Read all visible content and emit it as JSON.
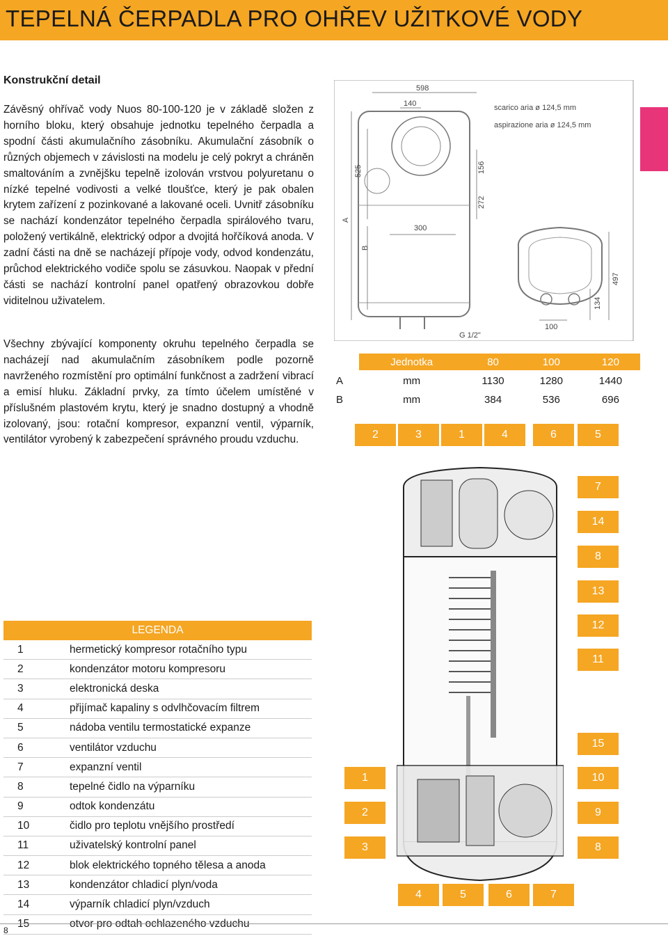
{
  "header": {
    "title": "TEPELNÁ ČERPADLA PRO OHŘEV UŽITKOVÉ VODY"
  },
  "section": {
    "title": "Konstrukční detail"
  },
  "paragraphs": [
    "Závěsný ohřívač vody Nuos 80-100-120 je v základě složen z horního bloku, který obsahuje jednotku tepelného čerpadla a spodní části akumulačního zásobníku. Akumulační zásobník o různých objemech v závislosti na modelu je celý pokryt a chráněn smaltováním a zvnějšku tepelně izolován vrstvou polyuretanu o nízké tepelné vodivosti a velké tloušťce, který je pak obalen krytem zařízení z pozinkované a lakované oceli. Uvnitř zásobníku se nachází kondenzátor tepelného čerpadla spirálového tvaru, položený vertikálně, elektrický odpor a dvojitá hořčíková anoda. V zadní části na dně se nacházejí přípoje vody, odvod kondenzátu, průchod elektrického vodiče spolu se zásuvkou. Naopak v přední části se nachází kontrolní panel opatřený obrazovkou dobře viditelnou uživatelem.",
    "Všechny zbývající komponenty okruhu tepelného čerpadla se nacházejí nad akumulačním zásobníkem podle pozorně navrženého rozmístění pro optimální funkčnost a zadržení vibrací a emisí hluku. Základní prvky, za tímto účelem umístěné v příslušném plastovém krytu, který je snadno dostupný a vhodně izolovaný, jsou: rotační kompresor, expanzní ventil, výparník, ventilátor vyrobený k zabezpečení správného proudu vzduchu."
  ],
  "drawing": {
    "dims": [
      "598",
      "140",
      "525",
      "156",
      "272",
      "300",
      "A",
      "B",
      "497",
      "134",
      "100",
      "G 1/2\""
    ],
    "air_out": "scarico aria ø 124,5 mm",
    "air_in": "aspirazione aria ø 124,5 mm"
  },
  "dim_table": {
    "header": [
      "Jednotka",
      "80",
      "100",
      "120"
    ],
    "rows": [
      {
        "label": "A",
        "cells": [
          "mm",
          "1130",
          "1280",
          "1440"
        ]
      },
      {
        "label": "B",
        "cells": [
          "mm",
          "384",
          "536",
          "696"
        ]
      }
    ]
  },
  "callouts": {
    "top_row": [
      "2",
      "3",
      "1",
      "4",
      "6",
      "5"
    ],
    "right_column": [
      "7",
      "14",
      "8",
      "13",
      "12",
      "11",
      "15",
      "10",
      "9",
      "8"
    ],
    "left_column": [
      "1",
      "2",
      "3"
    ],
    "bottom_row": [
      "4",
      "5",
      "6",
      "7"
    ]
  },
  "legend": {
    "title": "LEGENDA",
    "items": [
      {
        "num": "1",
        "text": "hermetický kompresor rotačního typu"
      },
      {
        "num": "2",
        "text": "kondenzátor motoru kompresoru"
      },
      {
        "num": "3",
        "text": "elektronická deska"
      },
      {
        "num": "4",
        "text": "přijímač kapaliny s odvlhčovacím filtrem"
      },
      {
        "num": "5",
        "text": "nádoba ventilu termostatické expanze"
      },
      {
        "num": "6",
        "text": "ventilátor vzduchu"
      },
      {
        "num": "7",
        "text": "expanzní ventil"
      },
      {
        "num": "8",
        "text": "tepelné čidlo na výparníku"
      },
      {
        "num": "9",
        "text": "odtok kondenzátu"
      },
      {
        "num": "10",
        "text": "čidlo pro teplotu vnějšího prostředí"
      },
      {
        "num": "11",
        "text": "uživatelský kontrolní panel"
      },
      {
        "num": "12",
        "text": "blok elektrického topného tělesa a anoda"
      },
      {
        "num": "13",
        "text": "kondenzátor chladicí plyn/voda"
      },
      {
        "num": "14",
        "text": "výparník chladicí plyn/vzduch"
      },
      {
        "num": "15",
        "text": "otvor pro odtah ochlazeného vzduchu"
      }
    ]
  },
  "page_number": "8"
}
